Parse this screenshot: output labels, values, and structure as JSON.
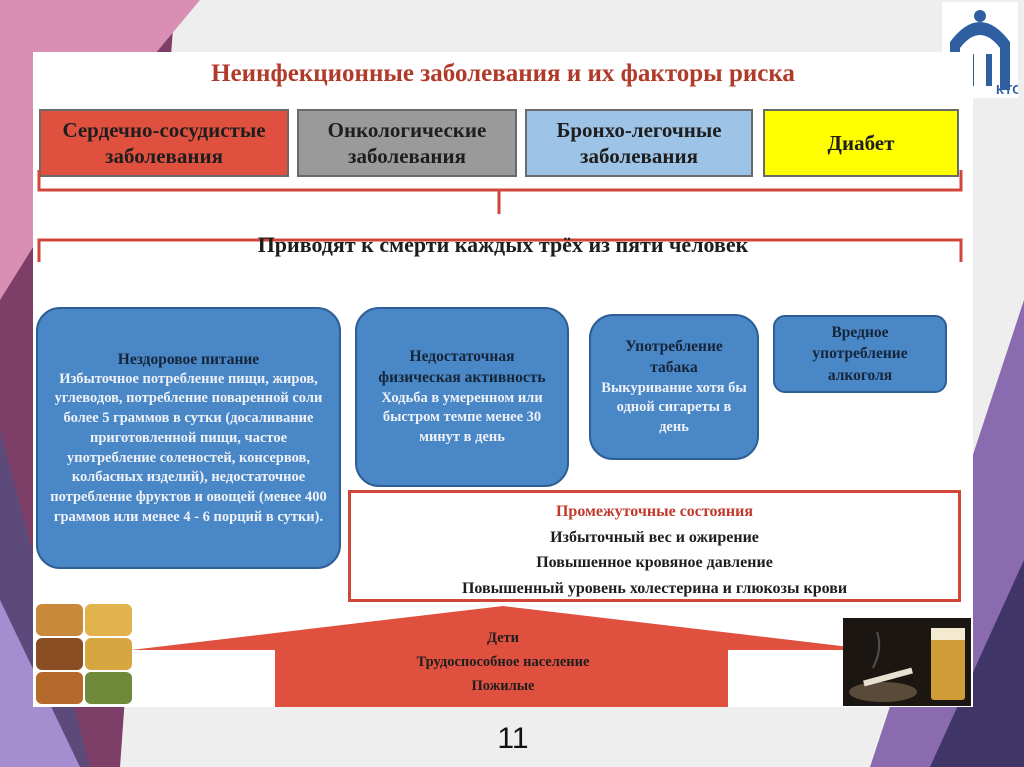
{
  "slide": {
    "title": "Неинфекционные заболевания и их факторы риска",
    "categories": [
      {
        "line1": "Сердечно-сосудистые",
        "line2": "заболевания",
        "color": "#e0503f"
      },
      {
        "line1": "Онкологические",
        "line2": "заболевания",
        "color": "#9a9a9a"
      },
      {
        "line1": "Бронхо-легочные",
        "line2": "заболевания",
        "color": "#9dc3e6"
      },
      {
        "line1": "Диабет",
        "line2": "",
        "color": "#ffff00"
      }
    ],
    "subtitle": "Приводят к смерти каждых трёх из пяти человек",
    "risk_factors": [
      {
        "title": "Нездоровое питание",
        "desc": "Избыточное потребление пищи, жиров, углеводов, потребление поваренной соли более 5 граммов в сутки (досаливание приготовленной пищи, частое употребление соленостей, консервов, колбасных изделий), недостаточное потребление фруктов и овощей (менее 400 граммов или менее 4 - 6 порций в сутки)."
      },
      {
        "title": "Недостаточная физическая активность",
        "desc": "Ходьба в умеренном или быстром темпе менее 30 минут в день"
      },
      {
        "title": "Употребление табака",
        "desc": "Выкуривание хотя бы одной сигареты в день"
      },
      {
        "title": "Вредное употребление алкоголя",
        "desc": ""
      }
    ],
    "intermediate": {
      "title": "Промежуточные состояния",
      "items": [
        "Избыточный вес и ожирение",
        "Повышенное кровяное давление",
        "Повышенный уровень холестерина и глюкозы крови"
      ]
    },
    "population": [
      "Дети",
      "Трудоспособное население",
      "Пожилые"
    ],
    "page_number": "11",
    "logo_text": "КТС"
  },
  "colors": {
    "accent_red": "#e0503f",
    "bubble_blue": "#4a87c6",
    "title_red": "#b13b2b"
  }
}
